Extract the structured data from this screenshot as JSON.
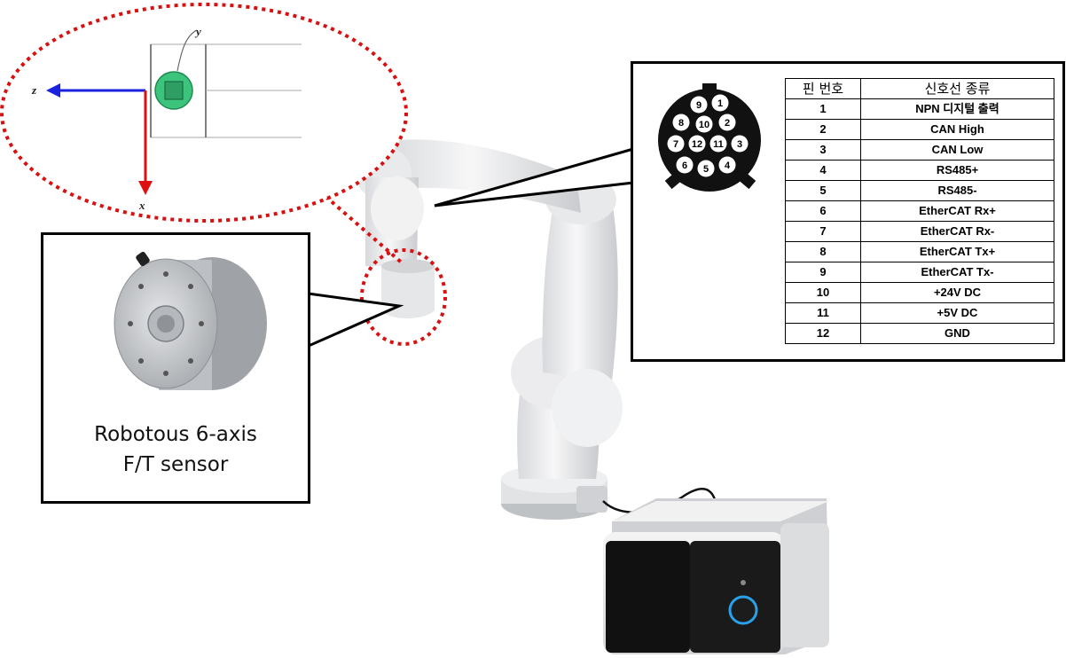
{
  "axes": {
    "z_label": "z",
    "x_label": "x",
    "y_label": "y"
  },
  "sensor_caption": {
    "line1": "Robotous  6-axis",
    "line2": "F/T sensor"
  },
  "connector_pins": [
    "9",
    "1",
    "8",
    "10",
    "2",
    "7",
    "12",
    "11",
    "3",
    "6",
    "5",
    "4"
  ],
  "pin_table": {
    "header": {
      "pin": "핀 번호",
      "signal": "신호선 종류"
    },
    "rows": [
      {
        "pin": "1",
        "signal": "NPN 디지털 출력"
      },
      {
        "pin": "2",
        "signal": "CAN High"
      },
      {
        "pin": "3",
        "signal": "CAN Low"
      },
      {
        "pin": "4",
        "signal": "RS485+"
      },
      {
        "pin": "5",
        "signal": "RS485-"
      },
      {
        "pin": "6",
        "signal": "EtherCAT Rx+"
      },
      {
        "pin": "7",
        "signal": "EtherCAT Rx-"
      },
      {
        "pin": "8",
        "signal": "EtherCAT Tx+"
      },
      {
        "pin": "9",
        "signal": "EtherCAT Tx-"
      },
      {
        "pin": "10",
        "signal": "+24V DC"
      },
      {
        "pin": "11",
        "signal": "+5V DC"
      },
      {
        "pin": "12",
        "signal": "GND"
      }
    ]
  },
  "colors": {
    "z_axis": "#1a22e0",
    "x_axis": "#e01010",
    "dotted_outline": "#d81010",
    "sensor_green": "#3cc47c",
    "button_ring": "#2aa0e8"
  }
}
